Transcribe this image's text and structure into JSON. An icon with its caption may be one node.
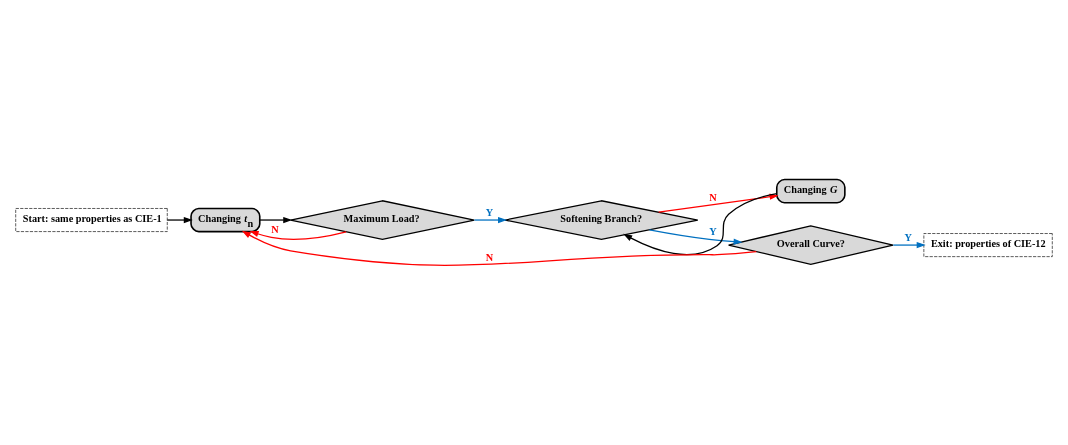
{
  "diagram": {
    "nodes": [
      {
        "text": [
          "Start: same properties as CIE-1"
        ]
      },
      {
        "text": [
          "Changing *t*$_{n}$"
        ]
      },
      {
        "text": [
          "Maximum Load?"
        ]
      },
      {
        "text": [
          "Softening Branch?"
        ]
      },
      {
        "text": [
          "Changing *G*"
        ]
      },
      {
        "text": [
          "Overall Curve?"
        ]
      },
      {
        "text": [
          "Exit: properties of CIE-12"
        ]
      }
    ],
    "edges": [
      {
        "from": 0,
        "to": 1,
        "arrow": "to",
        "color": "#000000"
      },
      {
        "from": 1,
        "to": 2,
        "arrow": "to",
        "color": "#000000"
      },
      {
        "from": 2,
        "to": 3,
        "arrow": "to",
        "label": "Y",
        "color": "#0070c0"
      },
      {
        "from": 3,
        "to": 5,
        "arrow": "to",
        "label": "Y",
        "color": "#0070c0"
      },
      {
        "from": 5,
        "to": 6,
        "arrow": "to",
        "label": "Y",
        "color": "#0070c0"
      },
      {
        "from": 3,
        "to": 4,
        "arrow": "to",
        "label": "N",
        "color": "#ff0000"
      },
      {
        "from": 4,
        "to": 3,
        "arrow": "to",
        "color": "#000000"
      },
      {
        "from": 2,
        "to": 1,
        "arrow": "to",
        "label": "N",
        "color": "#ff0000"
      },
      {
        "from": 5,
        "to": 1,
        "arrow": "to",
        "label": "N",
        "color": "#ff0000"
      }
    ]
  }
}
